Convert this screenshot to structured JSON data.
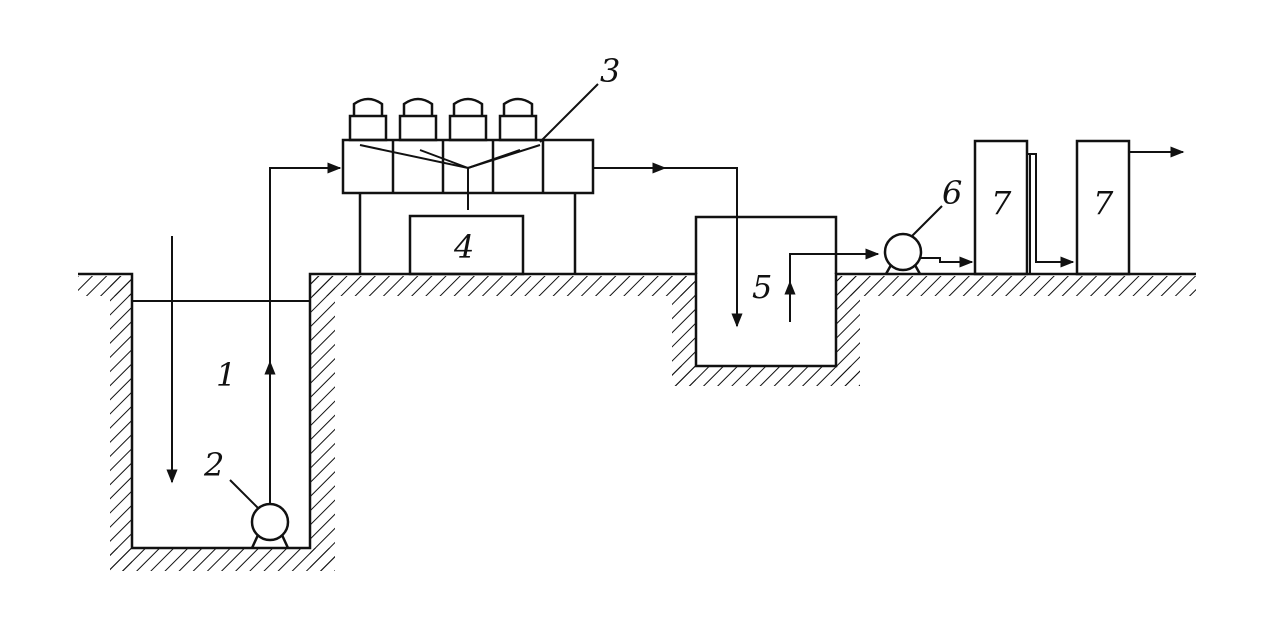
{
  "diagram": {
    "labels": {
      "l1": "1",
      "l2": "2",
      "l3": "3",
      "l4": "4",
      "l5": "5",
      "l6": "6",
      "l7a": "7",
      "l7b": "7"
    },
    "colors": {
      "line": "#111111",
      "background": "#ffffff"
    }
  }
}
